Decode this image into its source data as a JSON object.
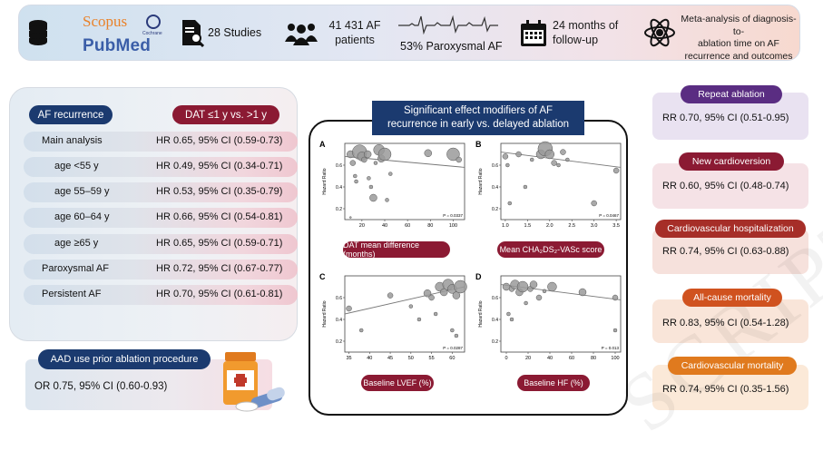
{
  "header": {
    "source_scopus": "Scopus",
    "source_cochrane": "Cochrane",
    "source_pubmed": "PubMed",
    "studies": "28 Studies",
    "patients_line1": "41 431 AF",
    "patients_line2": "patients",
    "paroxysmal": "53% Paroxysmal AF",
    "followup_line1": "24 months of",
    "followup_line2": "follow-up",
    "meta_line1": "Meta-analysis of diagnosis-to-",
    "meta_line2": "ablation time on AF",
    "meta_line3": "recurrence and outcomes"
  },
  "left": {
    "af_recurrence": "AF recurrence",
    "comparison": "DAT ≤1 y vs. >1 y",
    "rows": [
      {
        "label": "Main analysis",
        "value": "HR 0.65, 95% CI (0.59-0.73)"
      },
      {
        "label": "age <55 y",
        "value": "HR 0.49, 95% CI (0.34-0.71)"
      },
      {
        "label": "age 55–59 y",
        "value": "HR 0.53, 95% CI (0.35-0.79)"
      },
      {
        "label": "age 60–64 y",
        "value": "HR 0.66, 95% CI (0.54-0.81)"
      },
      {
        "label": "age ≥65 y",
        "value": "HR 0.65, 95% CI (0.59-0.71)"
      },
      {
        "label": "Paroxysmal AF",
        "value": "HR 0.72, 95% CI (0.67-0.77)"
      },
      {
        "label": "Persistent AF",
        "value": "HR 0.70, 95% CI (0.61-0.81)"
      }
    ],
    "aad_title": "AAD use prior ablation procedure",
    "aad_value": "OR 0.75, 95% CI (0.60-0.93)"
  },
  "center": {
    "title_line1": "Significant effect modifiers of AF",
    "title_line2": "recurrence in early vs. delayed ablation"
  },
  "chart_data": [
    {
      "type": "scatter",
      "panel": "A",
      "xlabel_box": "DAT mean difference (months)",
      "ylabel": "Hazard Ratio",
      "p_value": "P = 0.0337",
      "xticks": [
        "20",
        "40",
        "60",
        "80",
        "100"
      ],
      "yticks": [
        "0.2",
        "0.4",
        "0.6"
      ],
      "xlim": [
        5,
        110
      ],
      "ylim": [
        0.1,
        0.8
      ],
      "points": [
        [
          10,
          0.7,
          4
        ],
        [
          12,
          0.62,
          3
        ],
        [
          14,
          0.5,
          2
        ],
        [
          15,
          0.45,
          2
        ],
        [
          18,
          0.72,
          8
        ],
        [
          20,
          0.68,
          5
        ],
        [
          22,
          0.65,
          3
        ],
        [
          25,
          0.7,
          4
        ],
        [
          26,
          0.48,
          2
        ],
        [
          28,
          0.4,
          2
        ],
        [
          30,
          0.3,
          4
        ],
        [
          32,
          0.62,
          2
        ],
        [
          35,
          0.74,
          6
        ],
        [
          37,
          0.66,
          4
        ],
        [
          40,
          0.7,
          7
        ],
        [
          42,
          0.28,
          2
        ],
        [
          45,
          0.52,
          2
        ],
        [
          78,
          0.71,
          4
        ],
        [
          100,
          0.7,
          7
        ],
        [
          105,
          0.65,
          3
        ],
        [
          10,
          0.12,
          1
        ]
      ],
      "trend": [
        [
          5,
          0.68
        ],
        [
          110,
          0.58
        ]
      ]
    },
    {
      "type": "scatter",
      "panel": "B",
      "xlabel_box": "Mean CHA₂DS₂-VASc score",
      "ylabel": "Hazard Ratio",
      "p_value": "P = 0.0467",
      "xticks": [
        "1.0",
        "1.5",
        "2.0",
        "2.5",
        "3.0",
        "3.5"
      ],
      "yticks": [
        "0.2",
        "0.4",
        "0.6"
      ],
      "xlim": [
        0.9,
        3.6
      ],
      "ylim": [
        0.1,
        0.8
      ],
      "points": [
        [
          1.0,
          0.68,
          3
        ],
        [
          1.05,
          0.6,
          2
        ],
        [
          1.1,
          0.25,
          2
        ],
        [
          1.3,
          0.7,
          3
        ],
        [
          1.45,
          0.4,
          2
        ],
        [
          1.6,
          0.65,
          2
        ],
        [
          1.8,
          0.7,
          5
        ],
        [
          1.9,
          0.75,
          8
        ],
        [
          2.0,
          0.7,
          5
        ],
        [
          2.1,
          0.62,
          3
        ],
        [
          2.2,
          0.6,
          2
        ],
        [
          2.3,
          0.72,
          3
        ],
        [
          2.4,
          0.65,
          2
        ],
        [
          3.0,
          0.25,
          3
        ],
        [
          3.5,
          0.55,
          3
        ]
      ],
      "trend": [
        [
          0.9,
          0.72
        ],
        [
          3.6,
          0.58
        ]
      ]
    },
    {
      "type": "scatter",
      "panel": "C",
      "xlabel_box": "Baseline LVEF (%)",
      "ylabel": "Hazard Ratio",
      "p_value": "P = 0.0287",
      "xticks": [
        "35",
        "40",
        "45",
        "50",
        "55",
        "60"
      ],
      "yticks": [
        "0.2",
        "0.4",
        "0.6"
      ],
      "xlim": [
        34,
        63
      ],
      "ylim": [
        0.1,
        0.8
      ],
      "points": [
        [
          35,
          0.5,
          3
        ],
        [
          38,
          0.3,
          2
        ],
        [
          45,
          0.62,
          3
        ],
        [
          50,
          0.52,
          2
        ],
        [
          52,
          0.4,
          2
        ],
        [
          54,
          0.64,
          4
        ],
        [
          55,
          0.6,
          3
        ],
        [
          56,
          0.45,
          2
        ],
        [
          57,
          0.7,
          5
        ],
        [
          58,
          0.65,
          4
        ],
        [
          59,
          0.72,
          6
        ],
        [
          60,
          0.68,
          5
        ],
        [
          61,
          0.62,
          4
        ],
        [
          62,
          0.7,
          7
        ],
        [
          60,
          0.3,
          2
        ],
        [
          61,
          0.25,
          2
        ]
      ],
      "trend": [
        [
          34,
          0.45
        ],
        [
          63,
          0.7
        ]
      ]
    },
    {
      "type": "scatter",
      "panel": "D",
      "xlabel_box": "Baseline HF (%)",
      "ylabel": "Hazard Ratio",
      "p_value": "P = 0.013",
      "xticks": [
        "0",
        "20",
        "40",
        "60",
        "80",
        "100"
      ],
      "yticks": [
        "0.2",
        "0.4",
        "0.6"
      ],
      "xlim": [
        -5,
        105
      ],
      "ylim": [
        0.1,
        0.8
      ],
      "points": [
        [
          0,
          0.7,
          4
        ],
        [
          5,
          0.68,
          3
        ],
        [
          8,
          0.72,
          5
        ],
        [
          12,
          0.65,
          4
        ],
        [
          15,
          0.7,
          6
        ],
        [
          18,
          0.55,
          2
        ],
        [
          22,
          0.68,
          3
        ],
        [
          25,
          0.72,
          4
        ],
        [
          30,
          0.6,
          3
        ],
        [
          35,
          0.66,
          2
        ],
        [
          42,
          0.7,
          5
        ],
        [
          70,
          0.65,
          4
        ],
        [
          100,
          0.6,
          3
        ],
        [
          100,
          0.3,
          2
        ],
        [
          2,
          0.45,
          2
        ],
        [
          5,
          0.4,
          2
        ]
      ],
      "trend": [
        [
          -5,
          0.72
        ],
        [
          105,
          0.58
        ]
      ]
    }
  ],
  "right": {
    "items": [
      {
        "title": "Repeat ablation",
        "value": "RR 0.70, 95% CI (0.51-0.95)"
      },
      {
        "title": "New cardioversion",
        "value": "RR 0.60, 95% CI (0.48-0.74)"
      },
      {
        "title": "Cardiovascular hospitalization",
        "value": "RR 0.74, 95% CI (0.63-0.88)"
      },
      {
        "title": "All-cause mortality",
        "value": "RR 0.83, 95% CI (0.54-1.28)"
      },
      {
        "title": "Cardiovascular mortality",
        "value": "RR 0.74, 95% CI (0.35-1.56)"
      }
    ]
  },
  "watermark": "SCRIPT",
  "colors": {
    "navy": "#1b3a6f",
    "crimson": "#8b1a33",
    "purple": "#5a2d82",
    "red": "#b0322a",
    "orange": "#e07a1e"
  }
}
